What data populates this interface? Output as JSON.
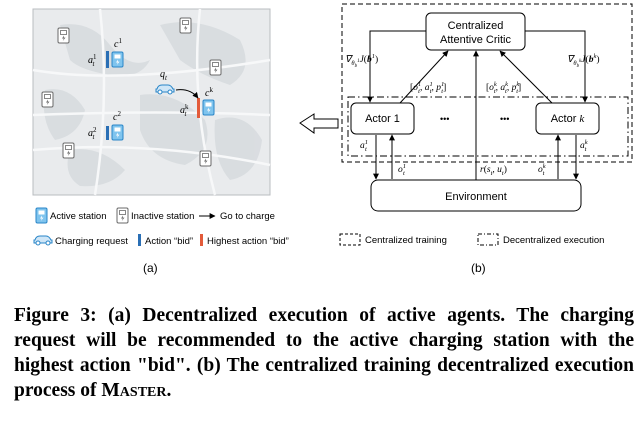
{
  "panel_a": {
    "agent_labels": [
      "c^1",
      "c^2",
      "c^k"
    ],
    "bid_labels": [
      "a_t^1",
      "a_t^2",
      "a_t^k"
    ],
    "request_label": "q_t",
    "legend": {
      "active_station": "Active station",
      "inactive_station": "Inactive station",
      "go_to_charge": "Go to charge",
      "charging_request": "Charging request",
      "action_bid": "Action “bid”",
      "highest_action_bid": "Highest action “bid”"
    },
    "sublabel": "(a)"
  },
  "panel_b": {
    "critic": [
      "Centralized",
      "Attentive Critic"
    ],
    "actor_1": "Actor 1",
    "actor_k": "Actor k",
    "ellipsis": "•••",
    "environment": "Environment",
    "grad_1": "∇θ_b^1 J(b^1)",
    "grad_k": "∇θ_b^k J(b^k)",
    "critic_input_1": "[o_t^1, a_t^1, p_t^1]",
    "critic_input_k": "[o_t^k, a_t^k, p_t^k]",
    "action_1": "a_t^1",
    "action_k": "a_t^k",
    "obs_1": "o_t^1",
    "obs_k": "o_t^k",
    "reward": "r(s_t, u_t)",
    "legend_centralized": "Centralized training",
    "legend_decentralized": "Decentralized execution",
    "sublabel": "(b)"
  },
  "caption": {
    "main": "Figure 3: (a) Decentralized execution of active agents. The charging request will be recommended to the active charging station with the highest action \"bid\". (b) The centralized training decentralized execution process of",
    "system": "Master",
    "end": "."
  }
}
